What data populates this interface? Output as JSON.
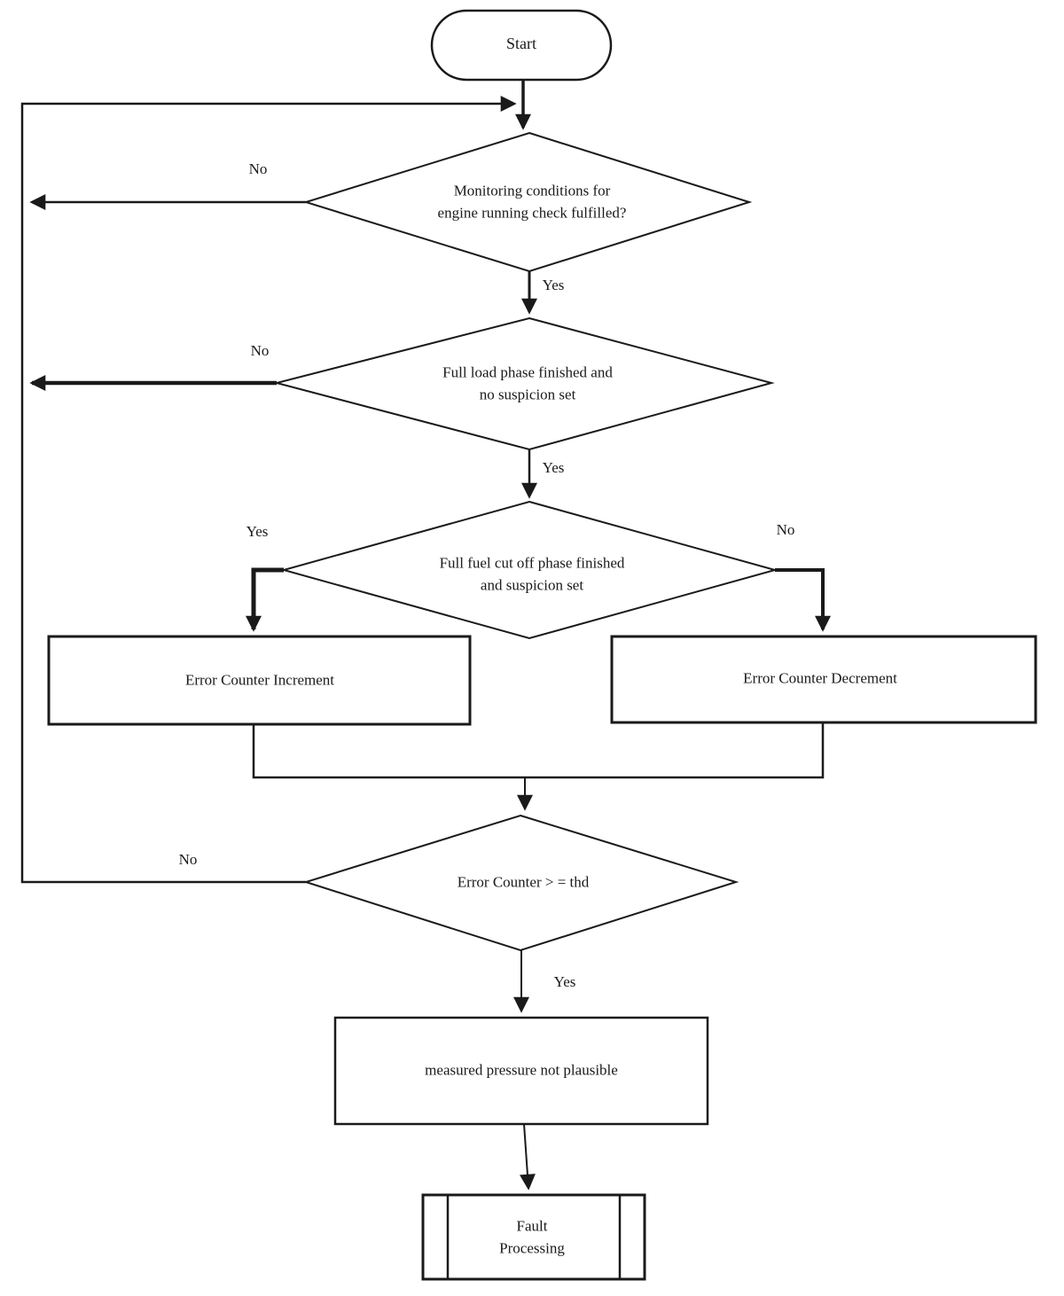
{
  "diagram": {
    "colors": {
      "ink": "#1a1a1a",
      "background": "#ffffff"
    },
    "nodes": {
      "start": {
        "type": "terminator",
        "label": "Start"
      },
      "monitoring": {
        "type": "decision",
        "line1": "Monitoring conditions for",
        "line2": "engine running check fulfilled?"
      },
      "full_load": {
        "type": "decision",
        "line1": "Full load phase finished and",
        "line2": "no suspicion set"
      },
      "fuel_cut": {
        "type": "decision",
        "line1": "Full fuel cut off phase finished",
        "line2": "and suspicion set"
      },
      "increment": {
        "type": "process",
        "label": "Error Counter Increment"
      },
      "decrement": {
        "type": "process",
        "label": "Error Counter Decrement"
      },
      "threshold": {
        "type": "decision",
        "label": "Error Counter > = thd"
      },
      "not_plausible": {
        "type": "process",
        "label": "measured pressure not plausible"
      },
      "fault": {
        "type": "predefined-process",
        "line1": "Fault",
        "line2": "Processing"
      }
    },
    "branch_labels": {
      "monitoring_no": "No",
      "monitoring_yes": "Yes",
      "full_load_no": "No",
      "full_load_yes": "Yes",
      "fuel_cut_yes": "Yes",
      "fuel_cut_no": "No",
      "threshold_no": "No",
      "threshold_yes": "Yes"
    }
  }
}
